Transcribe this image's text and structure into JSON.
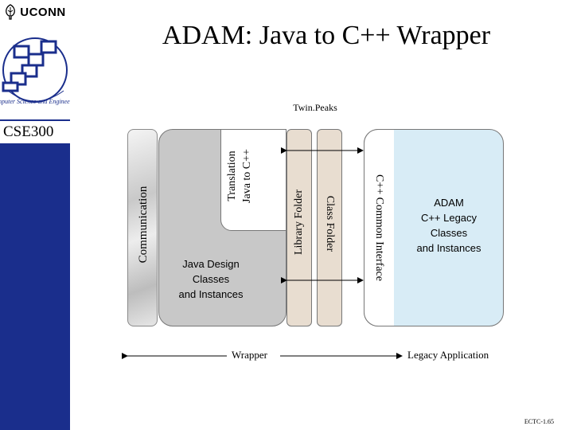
{
  "header": {
    "university": "UCONN",
    "course": "CSE300",
    "title": "ADAM: Java to C++ Wrapper"
  },
  "diagram": {
    "top_label": "Twin.Peaks",
    "communication": "Communication",
    "translation_line1": "Translation",
    "translation_line2": "Java to C++",
    "java_design": [
      "Java Design",
      "Classes",
      "and Instances"
    ],
    "library_folder": "Library Folder",
    "class_folder": "Class Folder",
    "cpp_interface": "C++ Common Interface",
    "adam": [
      "ADAM",
      "C++ Legacy",
      "Classes",
      "and Instances"
    ],
    "wrapper_label": "Wrapper",
    "legacy_label": "Legacy Application"
  },
  "footer": {
    "code": "ECTC-1.65"
  },
  "colors": {
    "sidebar": "#1a2e8c",
    "adam_box": "#d8ecf6",
    "folder": "#e8ddd0",
    "java_box": "#c8c8c8"
  }
}
